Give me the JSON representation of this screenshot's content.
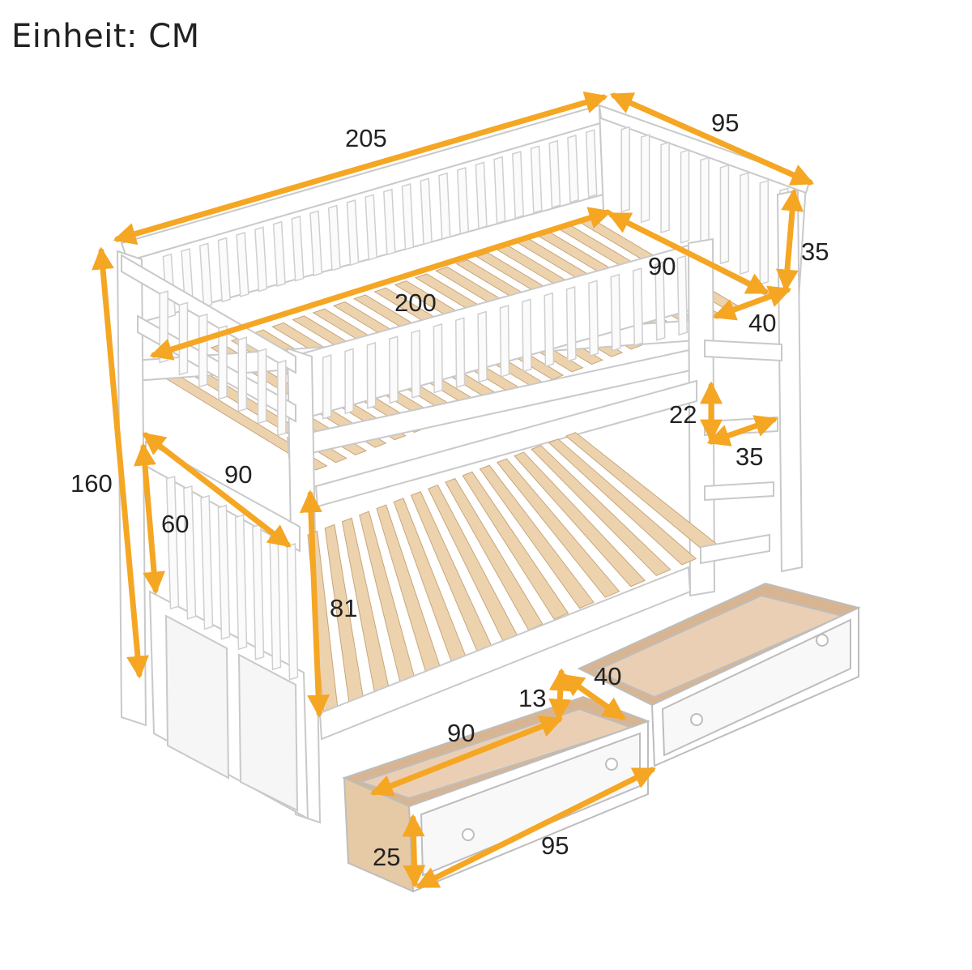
{
  "unit_label": "Einheit: CM",
  "colors": {
    "arrow": "#F5A623",
    "frame": "#ffffff",
    "frame_edge": "#c9c9c9",
    "slat": "#ECD3AE",
    "slat_edge": "#c9a57a",
    "drawer_inner": "#D8B592",
    "text": "#222222"
  },
  "dimensions": {
    "length_total": "205",
    "width_total": "95",
    "guard_height": "35",
    "mattress_length": "200",
    "mattress_width_top": "90",
    "ladder_gap": "40",
    "step_height": "22",
    "step_width": "35",
    "total_height": "160",
    "end_width_lower": "90",
    "end_height_lower": "60",
    "lower_clearance": "81",
    "drawer_depth": "13",
    "drawer_inner_width": "40",
    "drawer_inner_length": "90",
    "drawer_height": "25",
    "drawer_length": "95"
  }
}
